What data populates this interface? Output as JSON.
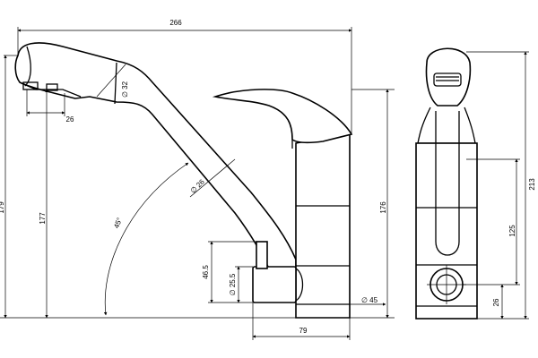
{
  "dimensions": {
    "overall_width": "266",
    "height_left_outer": "179",
    "height_left_inner": "177",
    "spout_angle": "45°",
    "spout_diameter": "∅ 26",
    "aerator_diameter": "∅ 32",
    "aerator_offset": "26",
    "inlet_height": "46.5",
    "inlet_diameter": "∅ 25.5",
    "body_height": "176",
    "base_diameter": "∅ 45",
    "base_offset": "79",
    "side_total_height": "213",
    "side_inlet_height": "125",
    "side_inlet_offset": "26"
  }
}
